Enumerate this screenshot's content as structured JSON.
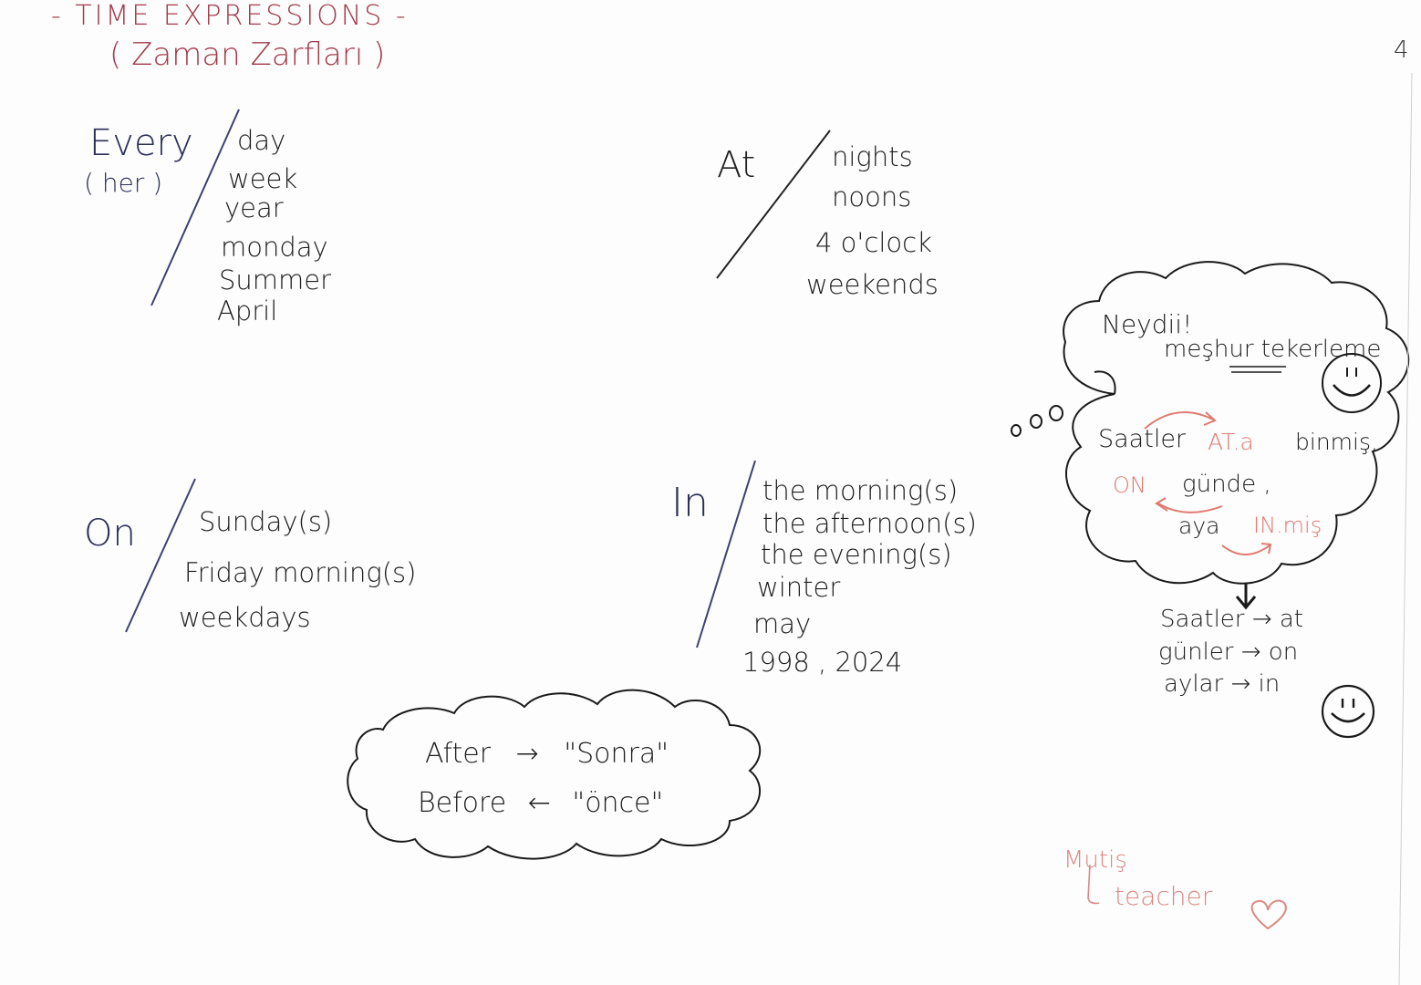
{
  "header": {
    "title": "- TIME EXPRESSIONS -",
    "subtitle": "( Zaman Zarfları )",
    "page_number": "4"
  },
  "every": {
    "preposition": "Every",
    "translation": "( her )",
    "items": [
      "day",
      "week",
      "year",
      "monday",
      "Summer",
      "April"
    ]
  },
  "at": {
    "preposition": "At",
    "items": [
      "nights",
      "noons",
      "4 o'clock",
      "weekends"
    ]
  },
  "on": {
    "preposition": "On",
    "items": [
      "Sunday(s)",
      "Friday morning(s)",
      "weekdays"
    ]
  },
  "in": {
    "preposition": "In",
    "items": [
      "the morning(s)",
      "the afternoon(s)",
      "the evening(s)",
      "winter",
      "may",
      "1998 , 2024"
    ]
  },
  "bubble": {
    "line1": "Neydii!",
    "line2": "meşhur tekerleme",
    "rhyme_1a": "Saatler",
    "rhyme_1b": "AT.a",
    "rhyme_1c": "binmiş,",
    "rhyme_2a": "ON",
    "rhyme_2b": "günde ,",
    "rhyme_3a": "aya",
    "rhyme_3b": "IN.miş"
  },
  "summary": {
    "rows": [
      {
        "left": "Saatler",
        "arrow": "→",
        "right": "at"
      },
      {
        "left": "günler",
        "arrow": "→",
        "right": "on"
      },
      {
        "left": "aylar",
        "arrow": "→",
        "right": "in"
      }
    ]
  },
  "cloud": {
    "after_label": "After",
    "after_arrow": "→",
    "after_meaning": "\"Sonra\"",
    "before_label": "Before",
    "before_arrow": "←",
    "before_meaning": "\"önce\""
  },
  "signature": {
    "name": "Mutiş",
    "role": "teacher"
  },
  "colors": {
    "title": "#a33a4a",
    "preposition": "#2b2f55",
    "highlight": "#e07a70",
    "ink": "#1a1a1a"
  }
}
